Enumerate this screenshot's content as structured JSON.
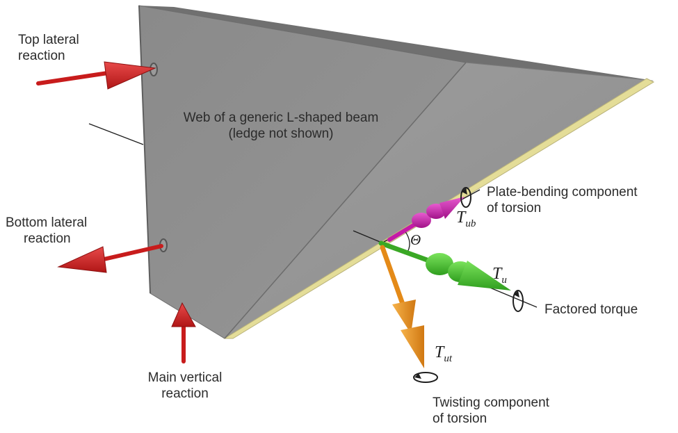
{
  "labels": {
    "top_lateral": [
      "Top lateral",
      "reaction"
    ],
    "web": [
      "Web of a generic L-shaped beam",
      "(ledge not shown)"
    ],
    "bottom_lateral": [
      "Bottom lateral",
      "reaction"
    ],
    "main_vertical": [
      "Main vertical",
      "reaction"
    ],
    "plate_bending": [
      "Plate-bending component",
      "of torsion"
    ],
    "factored_torque": "Factored torque",
    "twisting": [
      "Twisting component",
      "of torsion"
    ]
  },
  "symbols": {
    "theta": "Θ",
    "t_ub_main": "T",
    "t_ub_sub": "ub",
    "t_u_main": "T",
    "t_u_sub": "u",
    "t_ut_main": "T",
    "t_ut_sub": "ut"
  },
  "colors": {
    "background": "#ffffff",
    "beam_face": "#8e8e8e",
    "beam_slope": "#9a9a9a",
    "beam_top": "#6e6e6e",
    "ledge_edge": "#e4dd98",
    "reaction_arrow": "#cc1f1f",
    "plate_bending_arrow": "#c41aa8",
    "factored_torque_arrow": "#3fbf2a",
    "twisting_arrow": "#e8901e",
    "leader_line": "#1e1e1e"
  },
  "icons": [
    "rotation-circle-icon",
    "bolt-hole-icon"
  ]
}
